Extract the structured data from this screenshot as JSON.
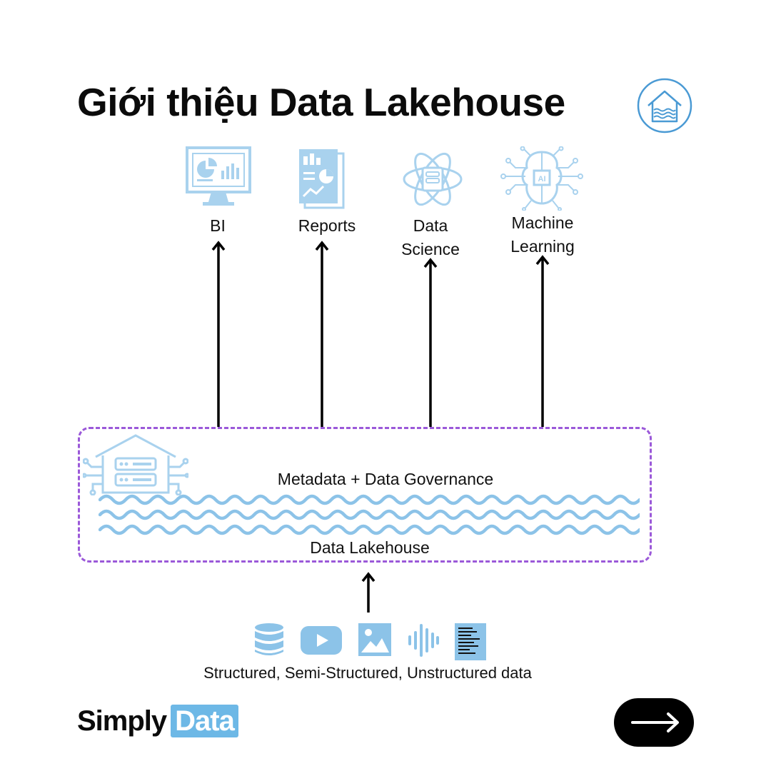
{
  "title": "Giới thiệu Data Lakehouse",
  "consumers": {
    "bi": "BI",
    "reports": "Reports",
    "data_science_1": "Data",
    "data_science_2": "Science",
    "ml_1": "Machine",
    "ml_2": "Learning"
  },
  "lakehouse": {
    "metadata_label": "Metadata + Data Governance",
    "name": "Data Lakehouse"
  },
  "sources": {
    "label": "Structured, Semi-Structured, Unstructured data",
    "icons": [
      "database-icon",
      "video-play-icon",
      "image-icon",
      "audio-wave-icon",
      "document-icon"
    ]
  },
  "brand": {
    "simply": "Simply",
    "data": "Data"
  },
  "colors": {
    "accent_blue": "#6db8e6",
    "dashed_border": "#9b59d9",
    "icon_blue": "#a9d2ee"
  }
}
